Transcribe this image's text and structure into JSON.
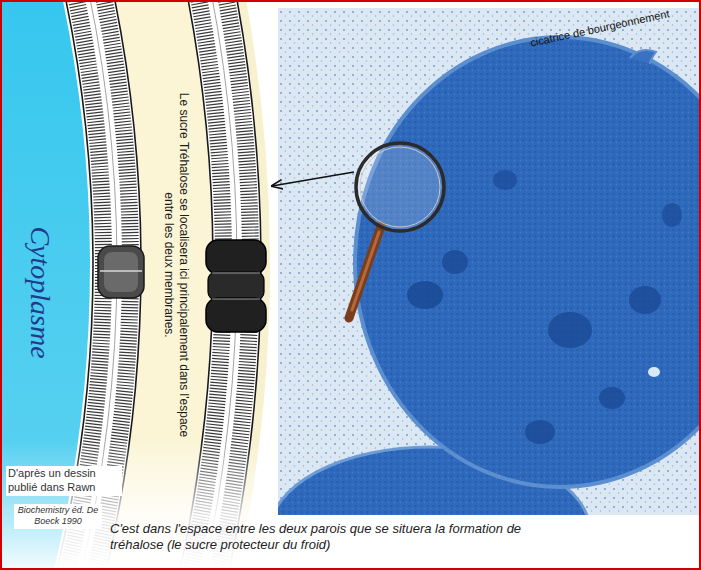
{
  "diagram": {
    "caption": "C'est dans l'espace entre les deux parois que se situera la formation de tréhalose (le sucre protecteur du froid)",
    "nodes": [
      {
        "text": [
          "Cytoplasme"
        ]
      }
    ],
    "labels": [
      "Le sucre Tréhalose se localisera ici principalement dans l'espace entre les deux membranes.",
      "cicatrice de bourgeonnement",
      "D'après un dessin publié dans Rawn",
      "Biochemistry éd. De Boeck 1990"
    ]
  }
}
